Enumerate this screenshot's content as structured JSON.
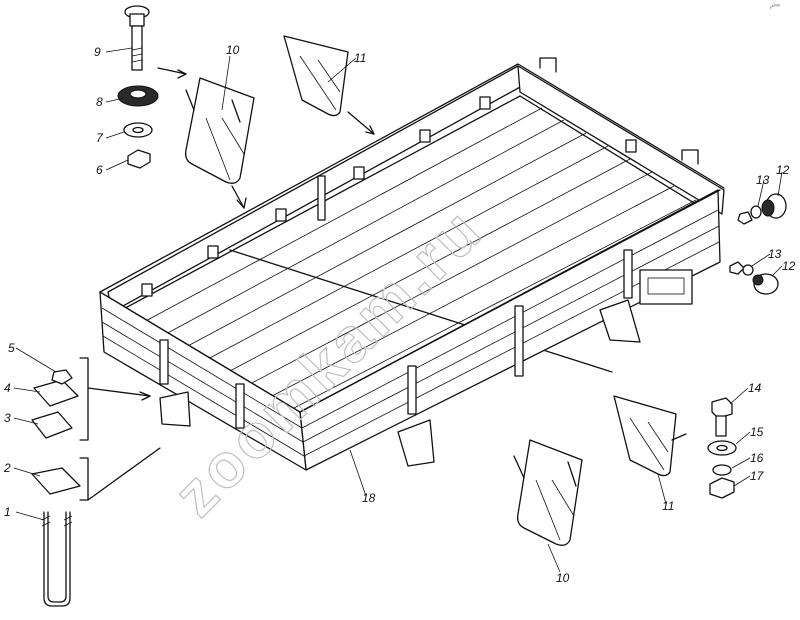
{
  "diagram": {
    "watermark": "zoomkam.ru",
    "corner_code": "ᵧ⁸⁰⁰⁰",
    "callouts": [
      "1",
      "2",
      "3",
      "4",
      "5",
      "6",
      "7",
      "8",
      "9",
      "10",
      "11",
      "12",
      "13",
      "14",
      "15",
      "16",
      "17",
      "18"
    ],
    "callout_10_b": "10",
    "callout_11_b": "11",
    "callout_12_b": "12",
    "callout_13_b": "13",
    "colors": {
      "line": "#111111",
      "paper": "#ffffff",
      "watermark": "#bfbfbf"
    }
  }
}
